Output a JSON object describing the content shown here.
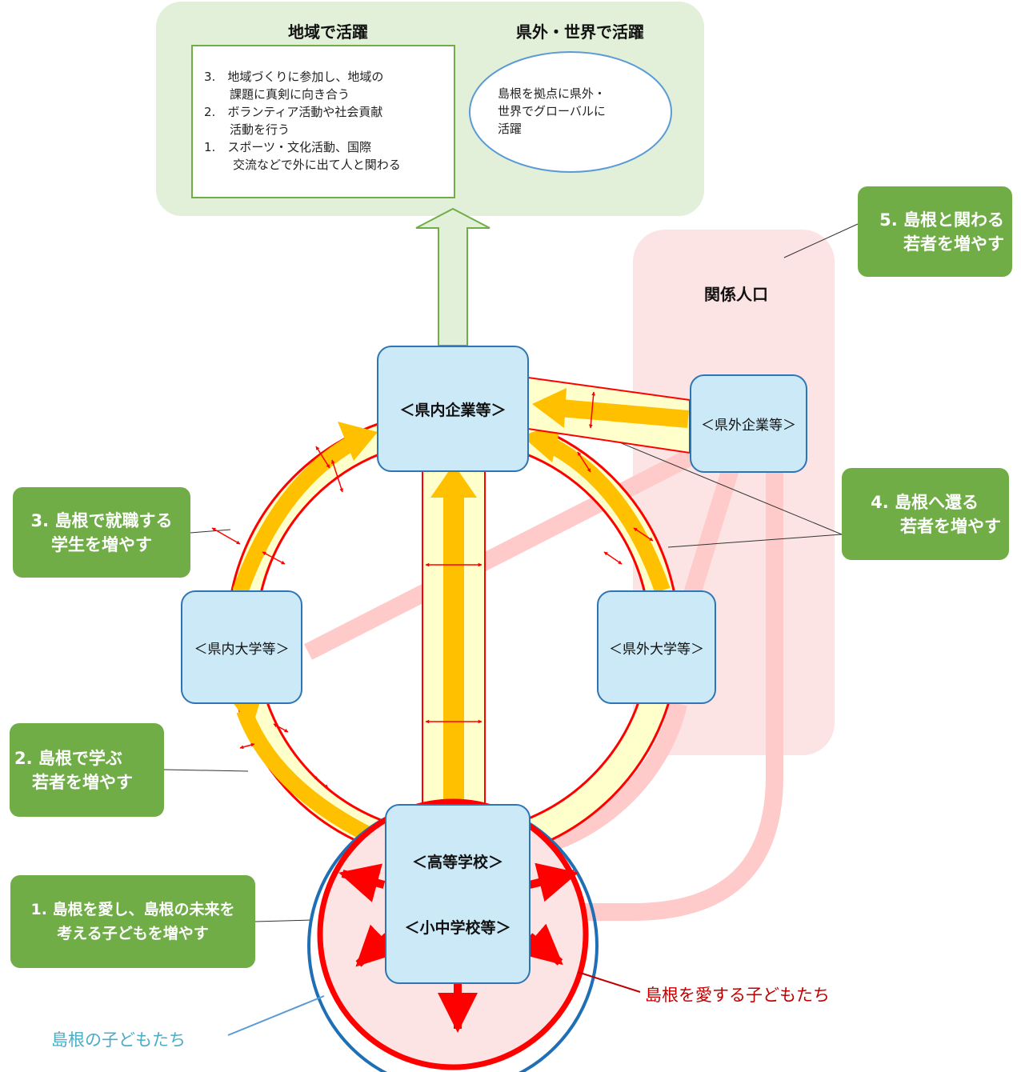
{
  "panel": {
    "local_title": "地域で活躍",
    "global_title": "県外・世界で活躍",
    "list": [
      {
        "num": "3.",
        "line1": "地域づくりに参加し、地域の",
        "line2": "課題に真剣に向き合う"
      },
      {
        "num": "2.",
        "line1": "ボランティア活動や社会貢献",
        "line2": "活動を行う"
      },
      {
        "num": "1.",
        "line1": "スポーツ・文化活動、国際",
        "line2": "交流などで外に出て人と関わる"
      }
    ],
    "global_text": [
      "島根を拠点に県外・",
      "世界でグローバルに",
      "活躍"
    ]
  },
  "kankei_label": "関係人口",
  "nodes": {
    "ken_nai_kigyo": "＜県内企業等＞",
    "ken_gai_kigyo": "＜県外企業等＞",
    "ken_nai_daigaku": "＜県内大学等＞",
    "ken_gai_daigaku": "＜県外大学等＞",
    "koto_gakko": "＜高等学校＞",
    "shochu_gakko": "＜小中学校等＞"
  },
  "goals": {
    "g1": {
      "line1": "1. 島根を愛し、島根の未来を",
      "line2": "考える子どもを増やす"
    },
    "g2": {
      "line1": "2. 島根で学ぶ",
      "line2": "若者を増やす"
    },
    "g3": {
      "line1": "3. 島根で就職する",
      "line2": "学生を増やす"
    },
    "g4": {
      "line1": "4. 島根へ還る",
      "line2": "若者を増やす"
    },
    "g5": {
      "line1": "5. 島根と関わる",
      "line2": "若者を増やす"
    }
  },
  "captions": {
    "loving_children": "島根を愛する子どもたち",
    "shimane_children": "島根の子どもたち"
  },
  "colors": {
    "green": "#70ad47",
    "panel_bg": "#e2efd9",
    "node_fill": "#cce9f7",
    "node_border": "#2e75b6",
    "red": "#ff0000",
    "orange": "#ffc000",
    "cream": "#ffffcc",
    "pink": "#ffcccc",
    "blue_circle": "#1f6fb5",
    "caption_blue": "#4bacc6"
  }
}
